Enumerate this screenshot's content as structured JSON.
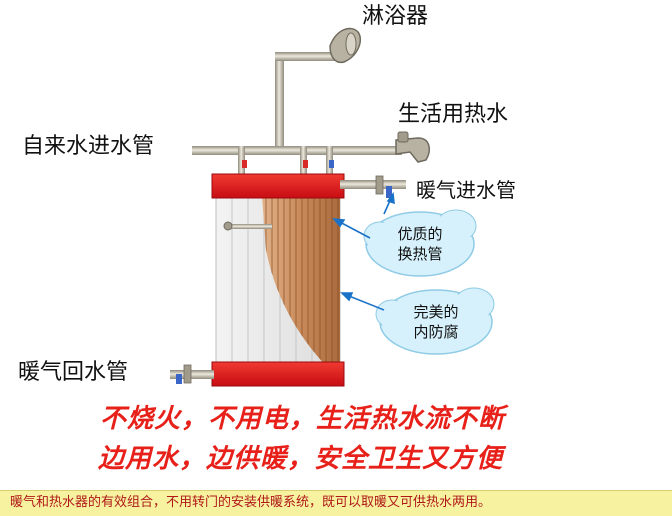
{
  "labels": {
    "shower": "淋浴器",
    "hot_water": "生活用热水",
    "tap_inlet": "自来水进水管",
    "heating_inlet": "暖气进水管",
    "heating_return": "暖气回水管"
  },
  "bubbles": {
    "exchanger": [
      "优质的",
      "换热管"
    ],
    "anticorrosion": [
      "完美的",
      "内防腐"
    ]
  },
  "slogan": {
    "line1": "不烧火，不用电，生活热水流不断",
    "line2": "边用水，边供暖，安全卫生又方便"
  },
  "caption": "暖气和热水器的有效组合，不用转门的安装供暖系统，既可以取暖又可供热水两用。",
  "colors": {
    "accent_red": "#e8201a",
    "radiator_red": "#e0141c",
    "pipe_metal": "#c9c3b0",
    "copper": "#c88a5a",
    "bubble": "#d6f1fb",
    "caption_bg": "#f7f2a0",
    "caption_text": "#b01818"
  }
}
